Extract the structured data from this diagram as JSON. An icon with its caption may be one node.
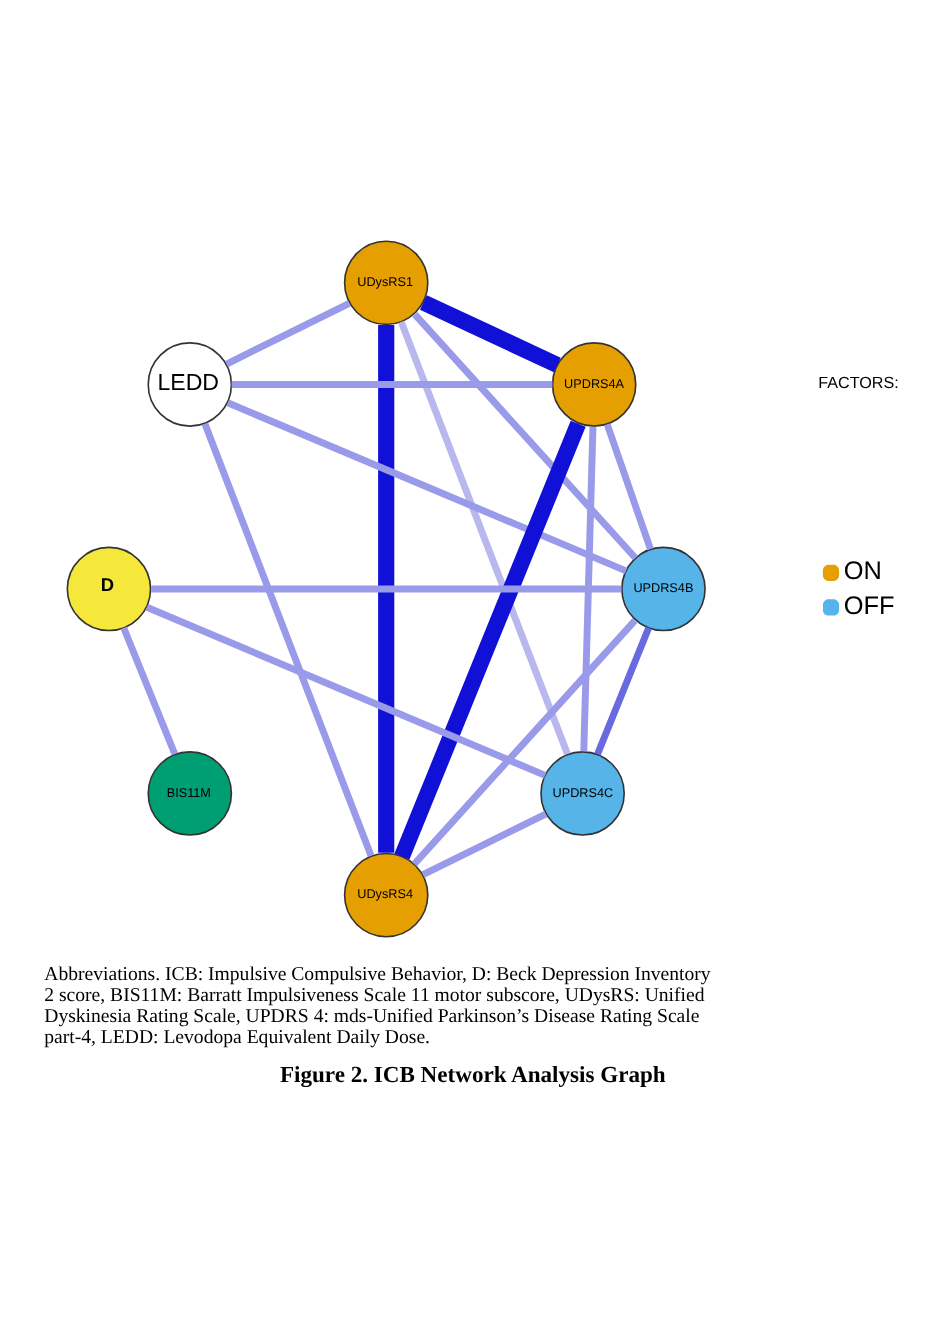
{
  "diagram": {
    "caption": "Figure 2. ICB Network Analysis Graph",
    "nodes": [
      {
        "text": [
          "UDysRS1"
        ]
      },
      {
        "text": [
          "LEDD"
        ]
      },
      {
        "text": [
          "UPDRS4A"
        ]
      },
      {
        "text": [
          "D"
        ]
      },
      {
        "text": [
          "UPDRS4B"
        ]
      },
      {
        "text": [
          "BIS11M"
        ]
      },
      {
        "text": [
          "UPDRS4C"
        ]
      },
      {
        "text": [
          "UDysRS4"
        ]
      }
    ],
    "edges": [
      {
        "from": 0,
        "to": 1,
        "arrow": "none"
      },
      {
        "from": 0,
        "to": 2,
        "arrow": "none",
        "style": "thick",
        "color": "#1010d6"
      },
      {
        "from": 0,
        "to": 4,
        "arrow": "none"
      },
      {
        "from": 0,
        "to": 6,
        "arrow": "none",
        "color": "#b8b8ee"
      },
      {
        "from": 0,
        "to": 7,
        "arrow": "none",
        "style": "thick",
        "color": "#1010d6"
      },
      {
        "from": 1,
        "to": 2,
        "arrow": "none"
      },
      {
        "from": 1,
        "to": 4,
        "arrow": "none"
      },
      {
        "from": 1,
        "to": 7,
        "arrow": "none"
      },
      {
        "from": 2,
        "to": 4,
        "arrow": "none"
      },
      {
        "from": 2,
        "to": 6,
        "arrow": "none"
      },
      {
        "from": 2,
        "to": 7,
        "arrow": "none",
        "style": "thick",
        "color": "#1010d6"
      },
      {
        "from": 3,
        "to": 4,
        "arrow": "none"
      },
      {
        "from": 3,
        "to": 5,
        "arrow": "none"
      },
      {
        "from": 3,
        "to": 6,
        "arrow": "none"
      },
      {
        "from": 4,
        "to": 6,
        "arrow": "none",
        "color": "#6a6ae0"
      },
      {
        "from": 4,
        "to": 7,
        "arrow": "none"
      },
      {
        "from": 6,
        "to": 7,
        "arrow": "none"
      }
    ],
    "labels": [
      "FACTORS:",
      "Abbreviations. ICB: Impulsive Compulsive Behavior, D: Beck Depression Inventory 2 score, BIS11M: Barratt Impulsiveness Scale 11 motor subscore, UDysRS: Unified Dyskinesia Rating Scale, UPDRS 4: mds-Unified Parkinson’s Disease Rating Scale part-4, LEDD: Levodopa Equivalent Daily Dose."
    ],
    "legend": [
      {
        "text": "ON",
        "color": "#e69f00"
      },
      {
        "text": "OFF",
        "color": "#56b4e9"
      }
    ]
  }
}
